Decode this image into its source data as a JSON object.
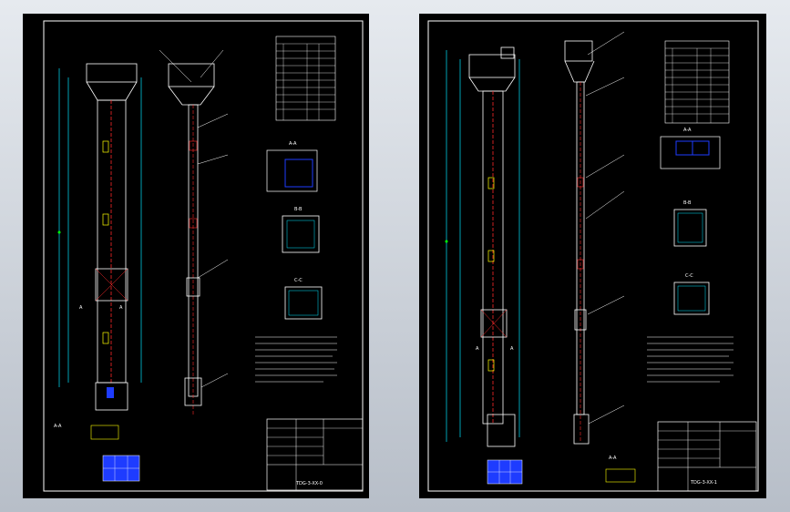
{
  "sheets": [
    {
      "id": "left",
      "section_labels": [
        "A-A",
        "B-B",
        "C-C"
      ],
      "view_labels": [
        "A",
        "A",
        "A-A"
      ],
      "title_block_code": "TDG-3-XX-0"
    },
    {
      "id": "right",
      "section_labels": [
        "A-A",
        "B-B",
        "C-C"
      ],
      "view_labels": [
        "A",
        "A",
        "A-A"
      ],
      "title_block_code": "TDG-3-XX-1"
    }
  ],
  "colors": {
    "background": "#000000",
    "line": "#ffffff",
    "dimension": "#00e5ff",
    "centerline": "#ff2a2a",
    "accent": "#ffff00",
    "fill": "#1e3cff",
    "marker": "#00ff00"
  }
}
